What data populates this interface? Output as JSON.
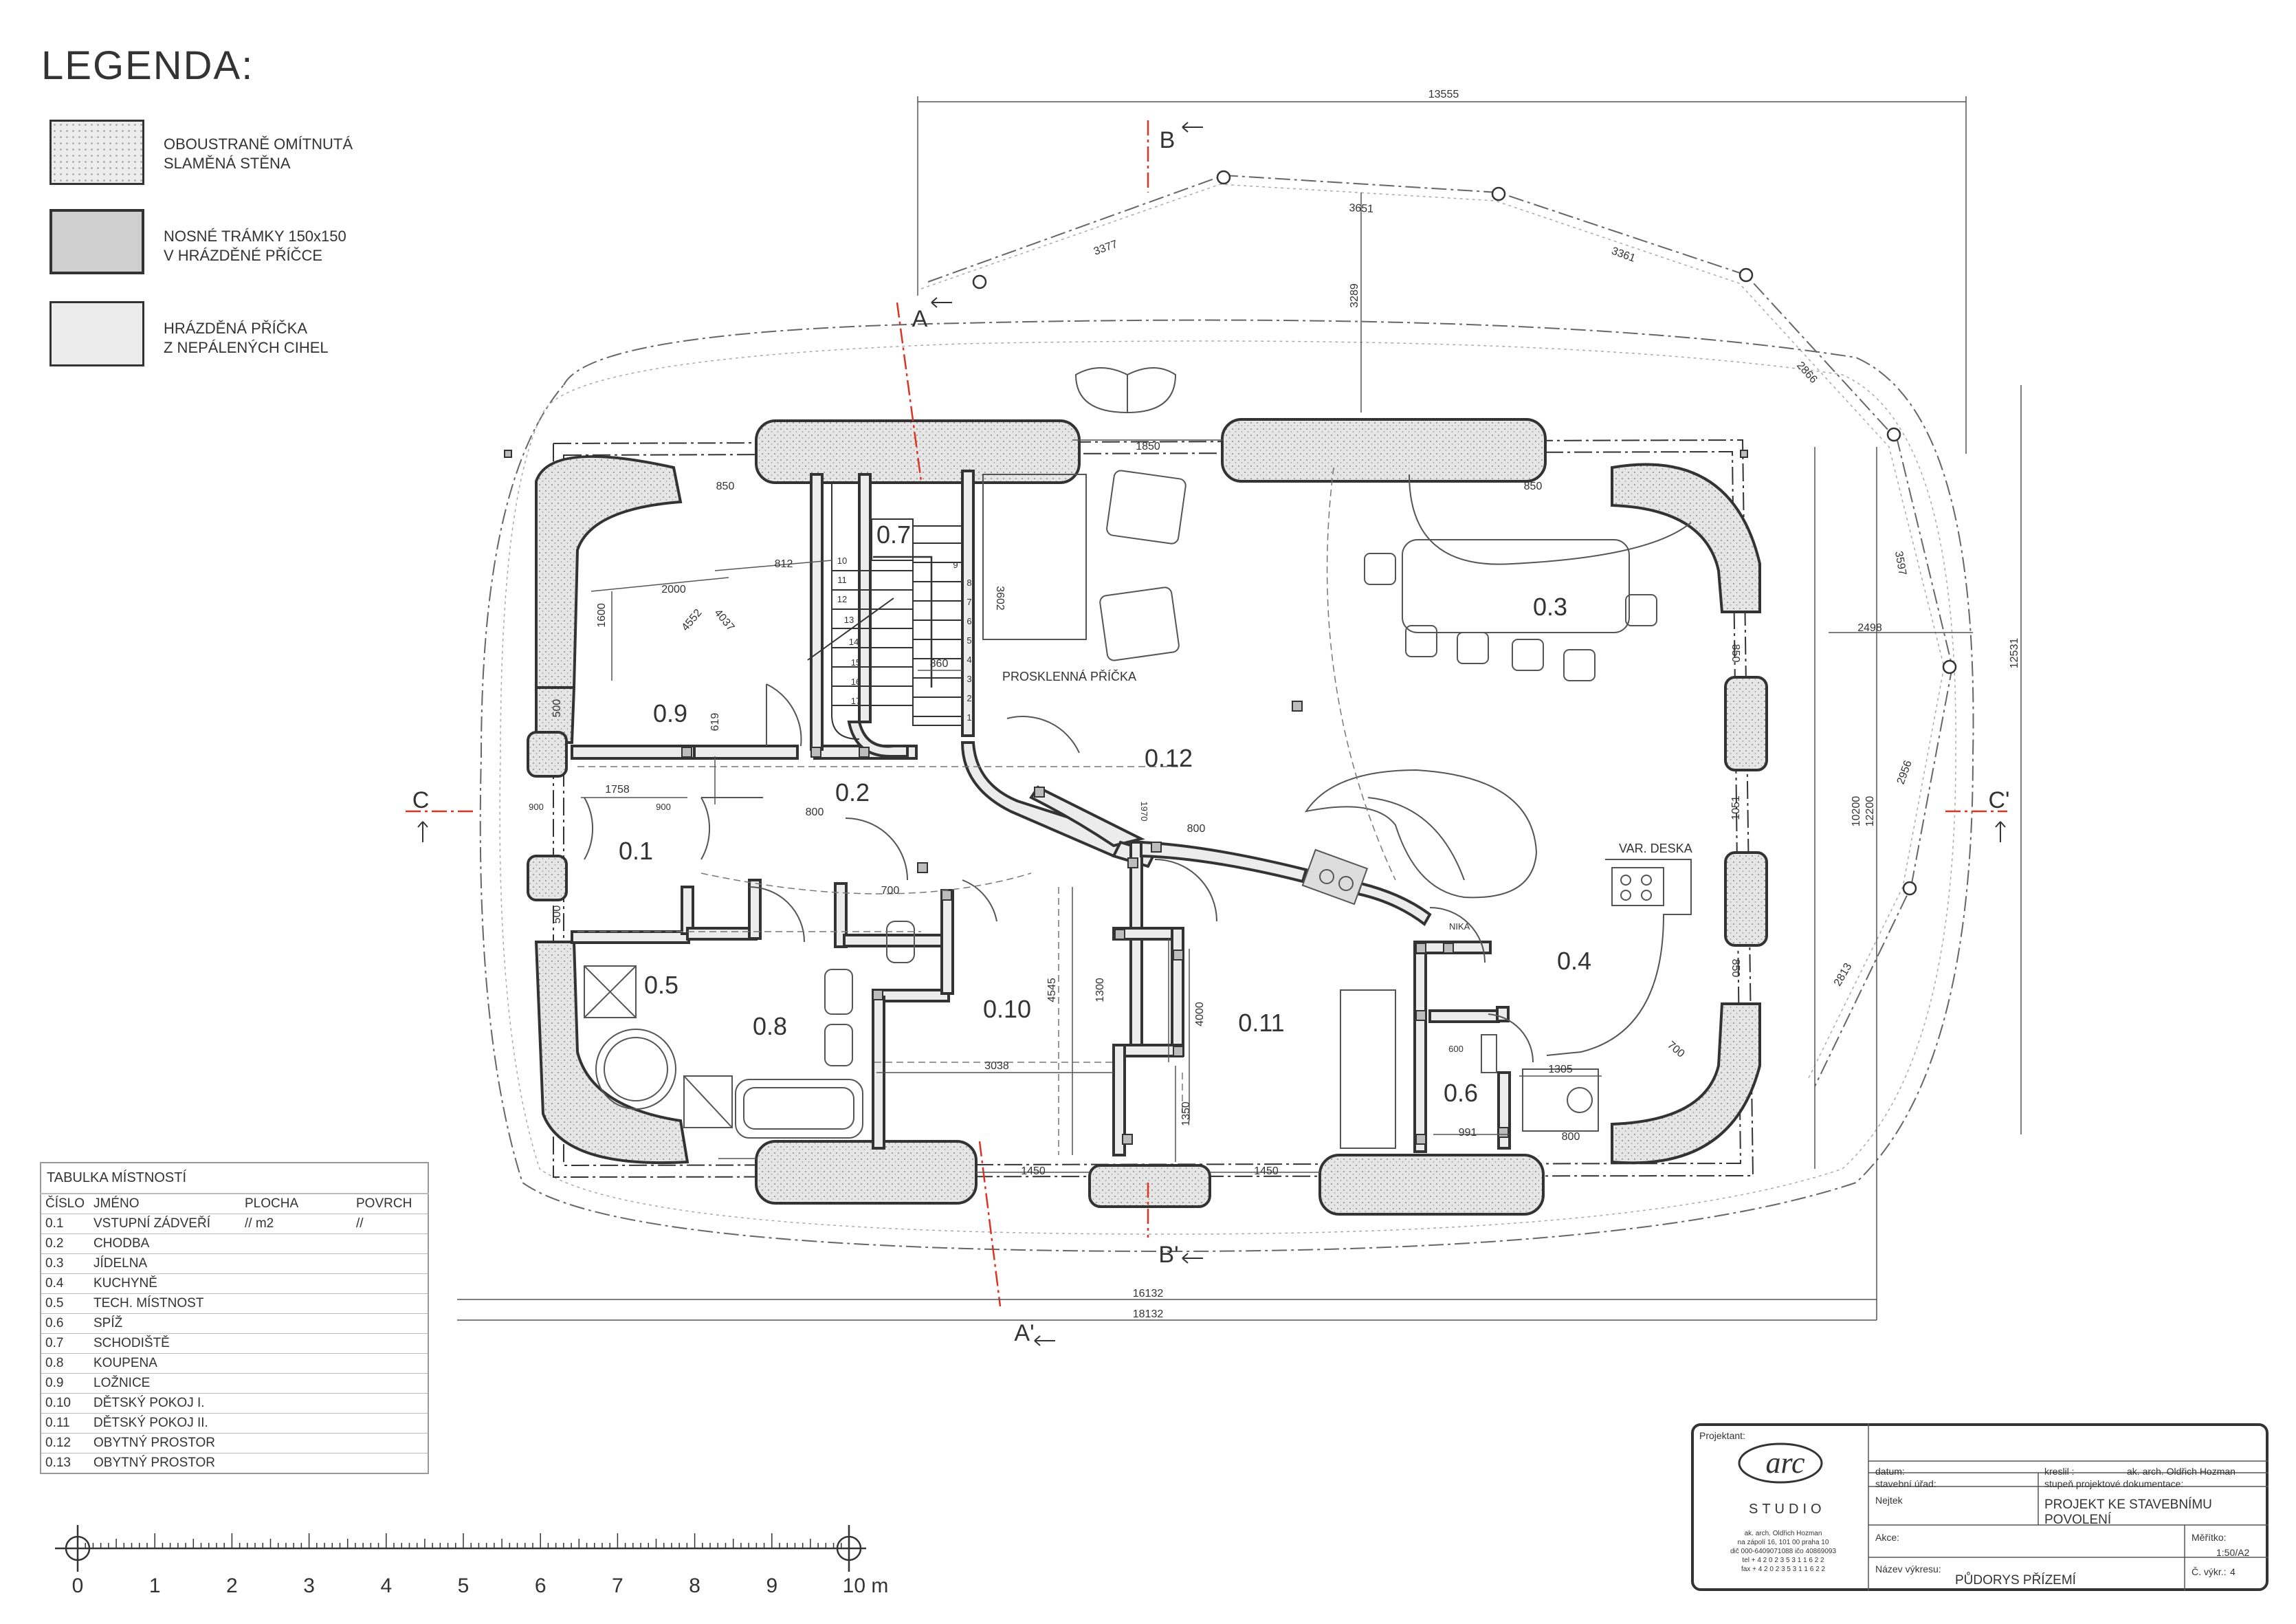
{
  "legend": {
    "title": "LEGENDA:",
    "items": [
      {
        "line1": "OBOUSTRANĚ OMÍTNUTÁ",
        "line2": "SLAMĚNÁ STĚNA"
      },
      {
        "line1": "NOSNÉ TRÁMKY 150x150",
        "line2": "V HRÁZDĚNÉ PŘÍČCE"
      },
      {
        "line1": "HRÁZDĚNÁ PŘÍČKA",
        "line2": "Z NEPÁLENÝCH CIHEL"
      }
    ]
  },
  "rooms_table": {
    "caption": "TABULKA MÍSTNOSTÍ",
    "headers": [
      "ČÍSLO",
      "JMÉNO",
      "PLOCHA",
      "POVRCH"
    ],
    "rows": [
      {
        "num": "0.1",
        "name": "VSTUPNÍ ZÁDVEŘÍ",
        "area": "// m2",
        "surface": "//"
      },
      {
        "num": "0.2",
        "name": "CHODBA",
        "area": "",
        "surface": ""
      },
      {
        "num": "0.3",
        "name": "JÍDELNA",
        "area": "",
        "surface": ""
      },
      {
        "num": "0.4",
        "name": "KUCHYNĚ",
        "area": "",
        "surface": ""
      },
      {
        "num": "0.5",
        "name": "TECH. MÍSTNOST",
        "area": "",
        "surface": ""
      },
      {
        "num": "0.6",
        "name": "SPÍŽ",
        "area": "",
        "surface": ""
      },
      {
        "num": "0.7",
        "name": "SCHODIŠTĚ",
        "area": "",
        "surface": ""
      },
      {
        "num": "0.8",
        "name": "KOUPENA",
        "area": "",
        "surface": ""
      },
      {
        "num": "0.9",
        "name": "LOŽNICE",
        "area": "",
        "surface": ""
      },
      {
        "num": "0.10",
        "name": "DĚTSKÝ POKOJ I.",
        "area": "",
        "surface": ""
      },
      {
        "num": "0.11",
        "name": "DĚTSKÝ POKOJ II.",
        "area": "",
        "surface": ""
      },
      {
        "num": "0.12",
        "name": "OBYTNÝ PROSTOR",
        "area": "",
        "surface": ""
      },
      {
        "num": "0.13",
        "name": "OBYTNÝ PROSTOR",
        "area": "",
        "surface": ""
      }
    ]
  },
  "scale_bar": {
    "ticks": [
      "0",
      "1",
      "2",
      "3",
      "4",
      "5",
      "6",
      "7",
      "8",
      "9",
      "10 m"
    ]
  },
  "plan": {
    "room_labels": [
      "0.7",
      "0.3",
      "0.9",
      "0.2",
      "0.12",
      "0.1",
      "0.5",
      "0.8",
      "0.10",
      "0.11",
      "0.4",
      "0.6"
    ],
    "sections": {
      "b_top": "B",
      "b_bottom": "B'",
      "a_top": "A",
      "a_bottom": "A'",
      "c_left": "C",
      "c_right": "C'"
    },
    "notes": {
      "glazed_partition": "PROSKLENNÁ PŘÍČKA",
      "var_deska": "VAR. DESKA",
      "nika": "NIKA"
    },
    "dims": {
      "d13555": "13555",
      "d3651": "3651",
      "d3377": "3377",
      "d3361": "3361",
      "d3289": "3289",
      "d2866": "2866",
      "d1850": "1850",
      "d850a": "850",
      "d850b": "850",
      "d850c": "850",
      "d850d": "850",
      "d812": "812",
      "d2000": "2000",
      "d1600": "1600",
      "d4552": "4552",
      "d4037": "4037",
      "d3602": "3602",
      "d860": "860",
      "d3597": "3597",
      "d2498": "2498",
      "d12531": "12531",
      "d10200": "10200",
      "d12200": "12200",
      "d2956": "2956",
      "d2813": "2813",
      "d1051": "1051",
      "d500a": "500",
      "d500b": "500",
      "d1758": "1758",
      "d900a": "900",
      "d900b": "900",
      "d619": "619",
      "d800a": "800",
      "d800b": "800",
      "d800c": "800",
      "d700a": "700",
      "d700b": "700",
      "d4545": "4545",
      "d1300": "1300",
      "d4000": "4000",
      "d3038": "3038",
      "d1350": "1350",
      "d1305": "1305",
      "d991": "991",
      "d600": "600",
      "d1450a": "1450",
      "d1450b": "1450",
      "d16132": "16132",
      "d18132": "18132",
      "door1970": "1970"
    },
    "stair_numbers": [
      "1",
      "2",
      "3",
      "4",
      "5",
      "6",
      "7",
      "8",
      "9",
      "10",
      "11",
      "12",
      "13",
      "14",
      "15",
      "16",
      "17"
    ]
  },
  "title_block": {
    "projektant_label": "Projektant:",
    "logo_text": "arc",
    "studio_text": "STUDIO",
    "address_lines": [
      "ak. arch. Oldřich Hozman",
      "na zápolí 16, 101 00 praha 10",
      "dič 000-6409071088 ičo 40869093",
      "tel + 4 2 0 2 3 5 3 1 1 6 2 2",
      "fax + 4 2 0 2 3 5 3 1 1 6 2 2"
    ],
    "datum_label": "datum:",
    "kreslil_label": "kreslil :",
    "kreslil_value": "ak. arch. Oldřich Hozman",
    "urad_label": "stavební úřad:",
    "urad_value": "Nejtek",
    "stupen_label": "stupeň projektové dokumentace:",
    "stupen_value": "PROJEKT KE STAVEBNÍMU POVOLENÍ",
    "akce_label": "Akce:",
    "meritko_label": "Měřítko:",
    "meritko_value": "1:50/A2",
    "nazev_label": "Název výkresu:",
    "nazev_value": "PŮDORYS PŘÍZEMÍ",
    "cislo_label": "Č. výkr.:",
    "cislo_value": "4"
  }
}
